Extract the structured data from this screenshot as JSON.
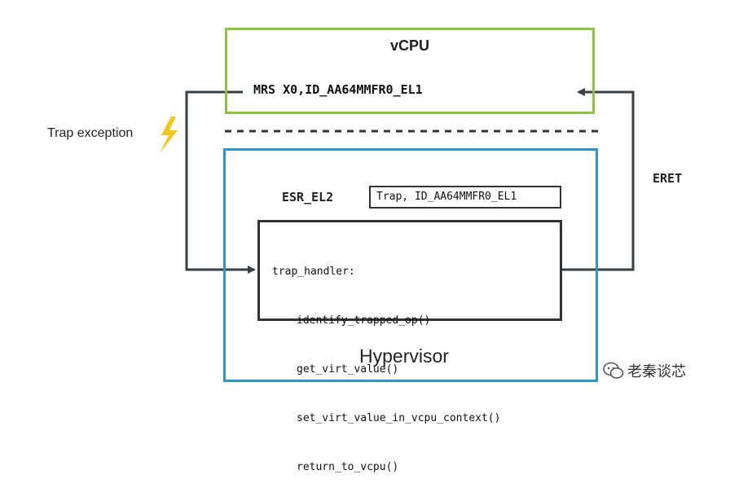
{
  "vcpu": {
    "title": "vCPU",
    "instruction": "MRS X0,ID_AA64MMFR0_EL1"
  },
  "trap": {
    "label": "Trap exception"
  },
  "eret": {
    "label": "ERET"
  },
  "hypervisor": {
    "title": "Hypervisor",
    "esr_label": "ESR_EL2",
    "esr_value": "Trap, ID_AA64MMFR0_EL1",
    "handler_lines": [
      "trap_handler:",
      "identify_trapped_op()",
      "get_virt_value()",
      "set_virt_value_in_vcpu_context()",
      "return_to_vcpu()"
    ]
  },
  "watermark": {
    "text": "老秦谈芯"
  },
  "colors": {
    "vcpu_border": "#8cc63f",
    "hypervisor_border": "#2a98c4",
    "arrow": "#3a3f45",
    "lightning": "#f5c518"
  }
}
